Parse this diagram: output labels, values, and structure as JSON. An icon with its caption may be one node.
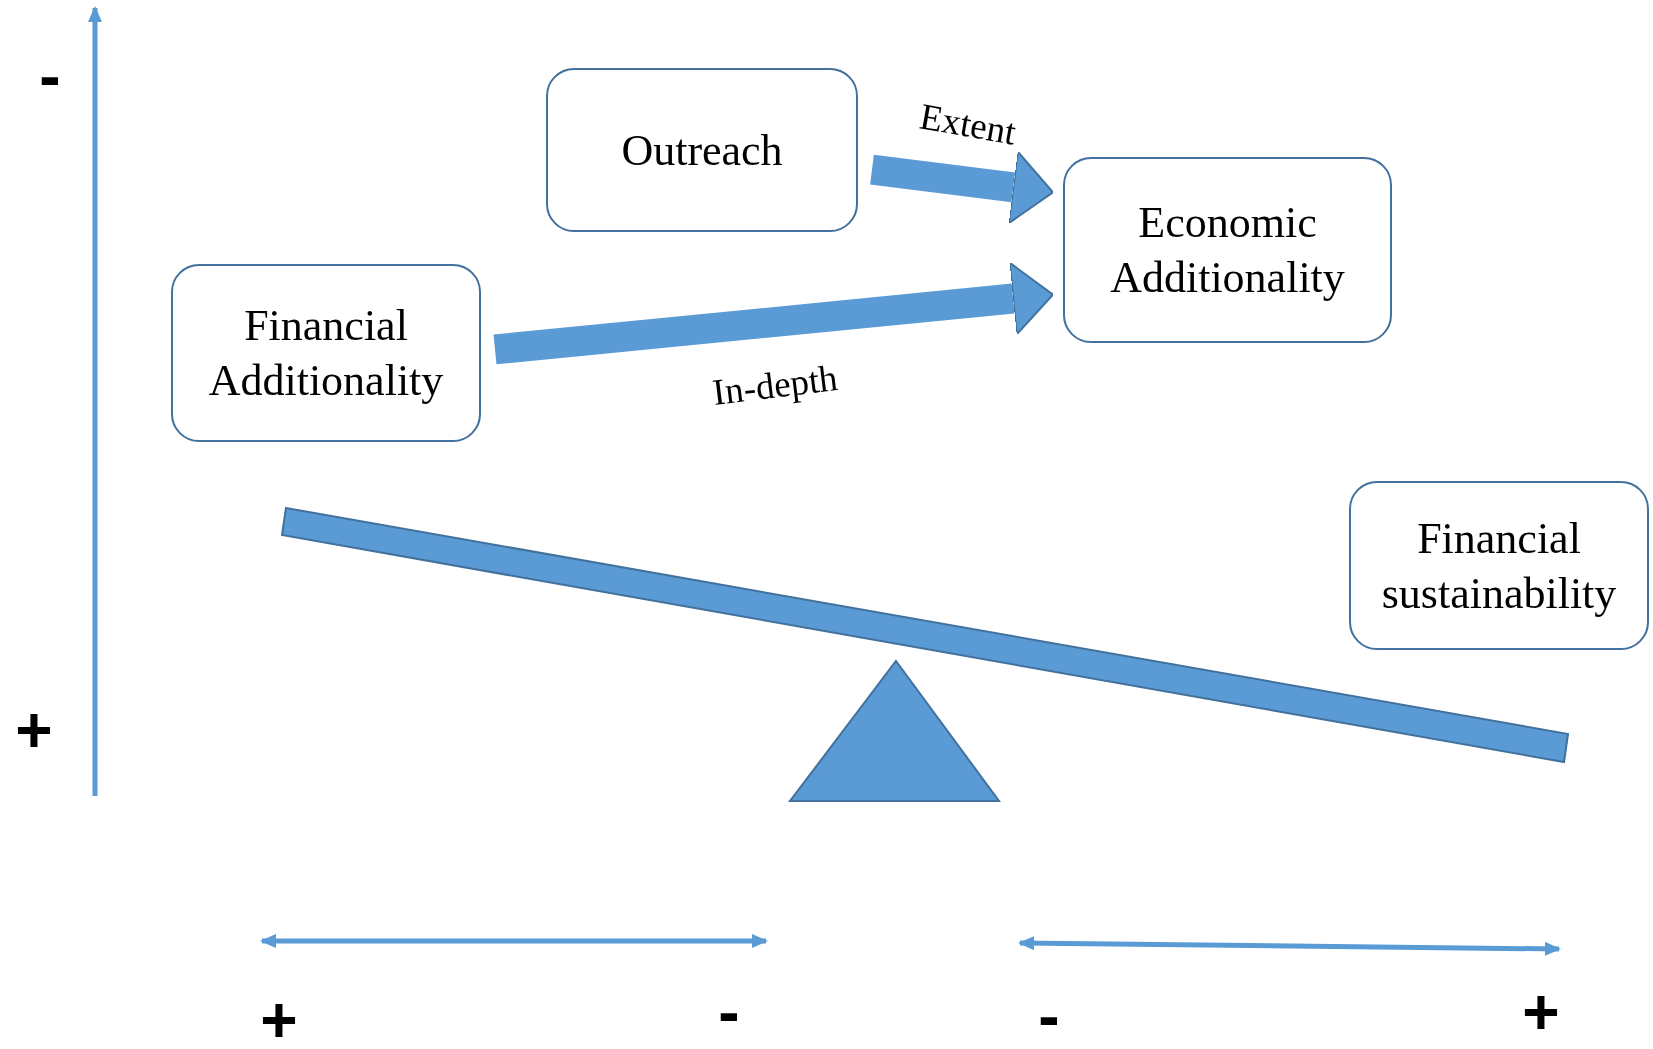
{
  "diagram": {
    "nodes": [
      {
        "text": [
          "Outreach"
        ]
      },
      {
        "text": [
          "Economic Additionality"
        ]
      },
      {
        "text": [
          "Financial Additionality"
        ]
      },
      {
        "text": [
          "Financial sustainability"
        ]
      }
    ],
    "edges": [
      {
        "from": 0,
        "to": 1,
        "arrow": "to",
        "label": "Extent"
      },
      {
        "from": 2,
        "to": 1,
        "arrow": "to",
        "label": "In-depth"
      }
    ],
    "labels": [
      "-",
      "+",
      "+",
      "-",
      "-",
      "+"
    ]
  }
}
